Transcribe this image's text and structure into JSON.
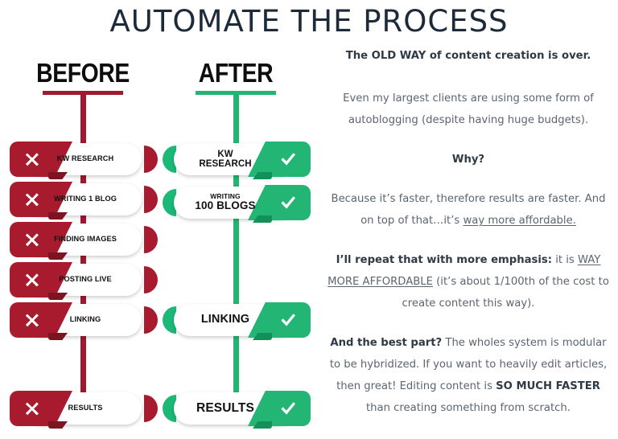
{
  "page": {
    "title": "AUTOMATE THE PROCESS",
    "background": "#ffffff"
  },
  "colors": {
    "title": "#1d2a3a",
    "red": "#a81b2e",
    "red_dark": "#7d1422",
    "red_line": "#9f1a2e",
    "green": "#22b573",
    "green_dark": "#119159",
    "body_text": "#5b6570",
    "bold_text": "#2e3a46"
  },
  "columns": {
    "before": {
      "heading": "BEFORE",
      "accent": "#9f1a2e",
      "icon": "x-icon",
      "steps": [
        {
          "line1": "KW RESEARCH",
          "line2": "",
          "size": 9.2,
          "size2": 0
        },
        {
          "line1": "WRITING 1 BLOG",
          "line2": "",
          "size": 9.2,
          "size2": 0
        },
        {
          "line1": "FINDING IMAGES",
          "line2": "",
          "size": 9.2,
          "size2": 0
        },
        {
          "line1": "POSTING LIVE",
          "line2": "",
          "size": 9.2,
          "size2": 0
        },
        {
          "line1": "LINKING",
          "line2": "",
          "size": 9.2,
          "size2": 0
        },
        {
          "line1": "RESULTS",
          "line2": "",
          "size": 9.2,
          "size2": 0
        }
      ]
    },
    "after": {
      "heading": "AFTER",
      "accent": "#22b573",
      "icon": "check-icon",
      "steps": [
        {
          "line1": "KW",
          "line2": "RESEARCH",
          "size": 11.5,
          "size2": 11.5
        },
        {
          "line1": "WRITING",
          "line2": "100 BLOGS",
          "size": 8.5,
          "size2": 13.5
        },
        {
          "line1": "LINKING",
          "line2": "",
          "size": 14.5,
          "size2": 0
        },
        {
          "line1": "RESULTS",
          "line2": "",
          "size": 15.5,
          "size2": 0
        }
      ]
    }
  },
  "text_panel": {
    "paragraphs": [
      {
        "id": "old-way-headline",
        "runs": [
          {
            "text": "The OLD WAY of content creation is over.",
            "bold": true,
            "underline": false
          }
        ]
      },
      {
        "id": "clients-autoblogging",
        "runs": [
          {
            "text": "Even my largest clients are using some form of autoblogging (despite having huge budgets).",
            "bold": false,
            "underline": false
          }
        ]
      },
      {
        "id": "why-headline",
        "runs": [
          {
            "text": "Why?",
            "bold": true,
            "underline": false
          }
        ]
      },
      {
        "id": "faster-affordable",
        "runs": [
          {
            "text": "Because it’s faster, therefore results are faster. And on top of that…it’s ",
            "bold": false,
            "underline": false
          },
          {
            "text": "way more affordable.",
            "bold": false,
            "underline": true
          }
        ]
      },
      {
        "id": "repeat-emphasis",
        "runs": [
          {
            "text": "I’ll repeat that with more emphasis:",
            "bold": true,
            "underline": false
          },
          {
            "text": " it is ",
            "bold": false,
            "underline": false
          },
          {
            "text": "WAY MORE AFFORDABLE",
            "bold": false,
            "underline": true
          },
          {
            "text": " (it’s about 1/100th of the cost to create content this way).",
            "bold": false,
            "underline": false
          }
        ]
      },
      {
        "id": "best-part-modular",
        "runs": [
          {
            "text": "And the best part?",
            "bold": true,
            "underline": false
          },
          {
            "text": " The wholes system is modular to be hybridized. If you want to heavily edit articles, then great! Editing content is ",
            "bold": false,
            "underline": false
          },
          {
            "text": "SO MUCH FASTER",
            "bold": true,
            "underline": false
          },
          {
            "text": " than creating something from scratch.",
            "bold": false,
            "underline": false
          }
        ]
      }
    ]
  }
}
